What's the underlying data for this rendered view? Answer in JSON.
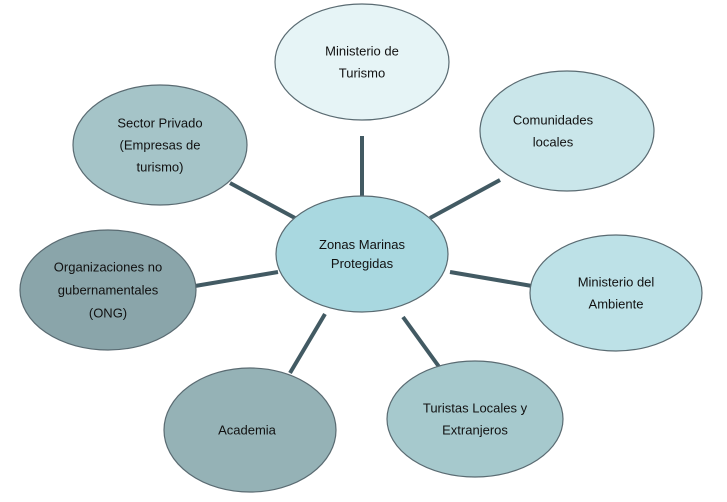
{
  "diagram": {
    "type": "hub-and-spoke",
    "center": {
      "lines": [
        "Zonas Marinas",
        "Protegidas"
      ],
      "fill": "#a9d8e0"
    },
    "nodes": [
      {
        "id": "ministerio-turismo",
        "lines": [
          "Ministerio de",
          "Turismo"
        ],
        "fill": "#e6f4f6"
      },
      {
        "id": "comunidades-locales",
        "lines": [
          "Comunidades",
          "locales"
        ],
        "fill": "#cae6ea"
      },
      {
        "id": "ministerio-ambiente",
        "lines": [
          "Ministerio del",
          "Ambiente"
        ],
        "fill": "#bde1e7"
      },
      {
        "id": "turistas",
        "lines": [
          "Turistas Locales y",
          "Extranjeros"
        ],
        "fill": "#a6c9cd"
      },
      {
        "id": "academia",
        "lines": [
          "Academia"
        ],
        "fill": "#95b2b6"
      },
      {
        "id": "ong",
        "lines": [
          "Organizaciones  no",
          "gubernamentales",
          "(ONG)"
        ],
        "fill": "#8aa5aa"
      },
      {
        "id": "sector-privado",
        "lines": [
          "Sector  Privado",
          "(Empresas de",
          "turismo)"
        ],
        "fill": "#a5c4c8"
      }
    ],
    "connector_color": "#425a63",
    "stroke_color": "#5a6b72"
  }
}
